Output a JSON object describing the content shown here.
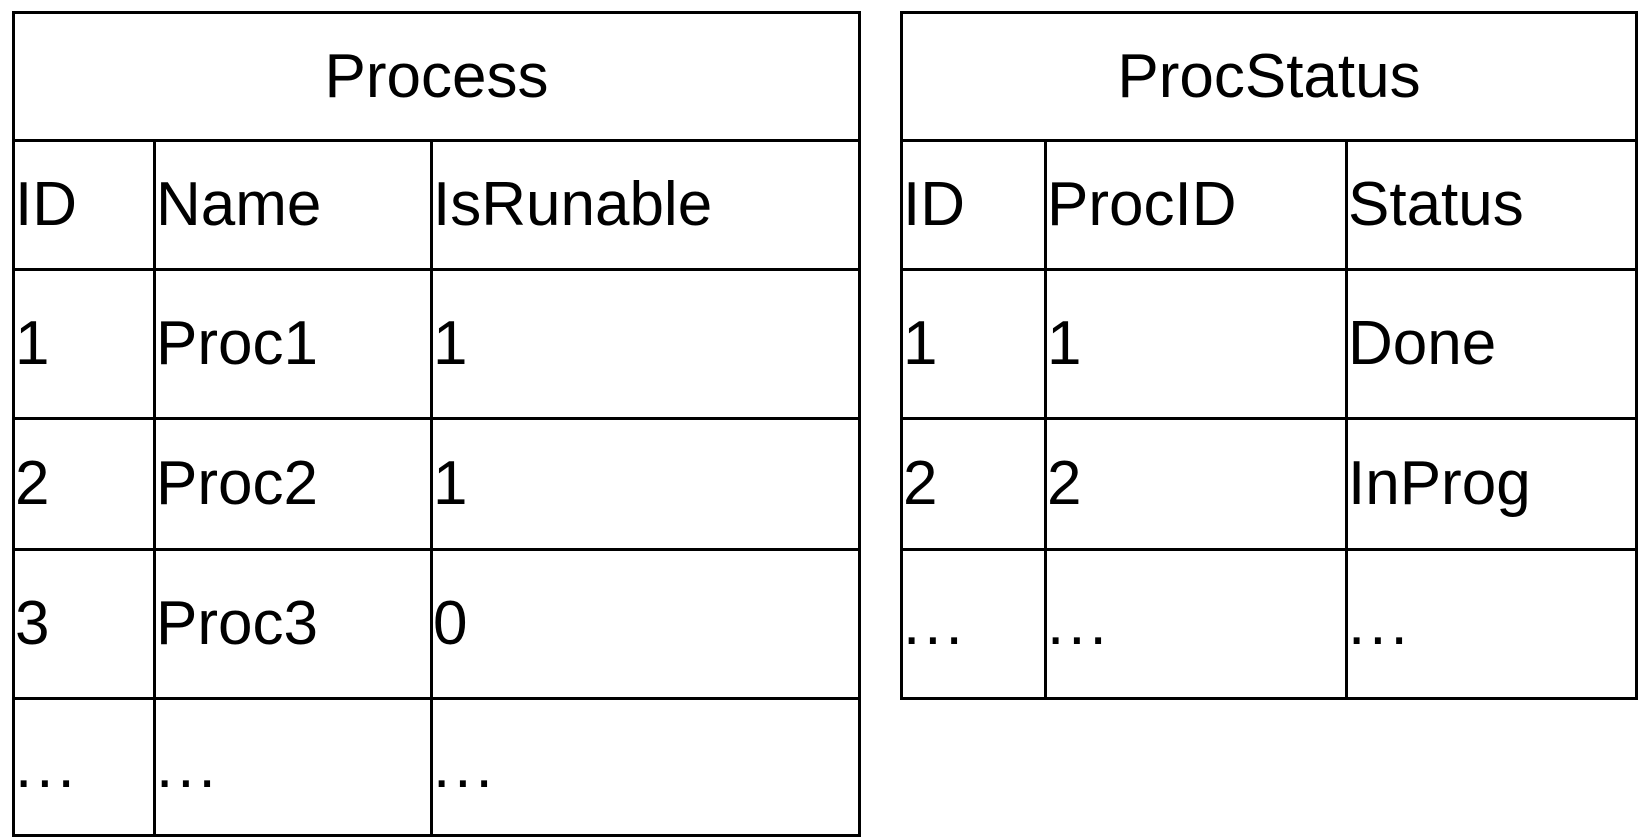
{
  "diagram": {
    "kind": "entity-tables",
    "background_color": "#ffffff",
    "border_color": "#000000",
    "text_color": "#000000"
  },
  "tables": [
    {
      "title": "Process",
      "columns": [
        "ID",
        "Name",
        "IsRunable"
      ],
      "rows": [
        [
          "1",
          "Proc1",
          "1"
        ],
        [
          "2",
          "Proc2",
          "1"
        ],
        [
          "3",
          "Proc3",
          "0"
        ],
        [
          "...",
          "...",
          "..."
        ]
      ]
    },
    {
      "title": "ProcStatus",
      "columns": [
        "ID",
        "ProcID",
        "Status"
      ],
      "rows": [
        [
          "1",
          "1",
          "Done"
        ],
        [
          "2",
          "2",
          "InProg"
        ],
        [
          "...",
          "...",
          "..."
        ]
      ]
    }
  ]
}
